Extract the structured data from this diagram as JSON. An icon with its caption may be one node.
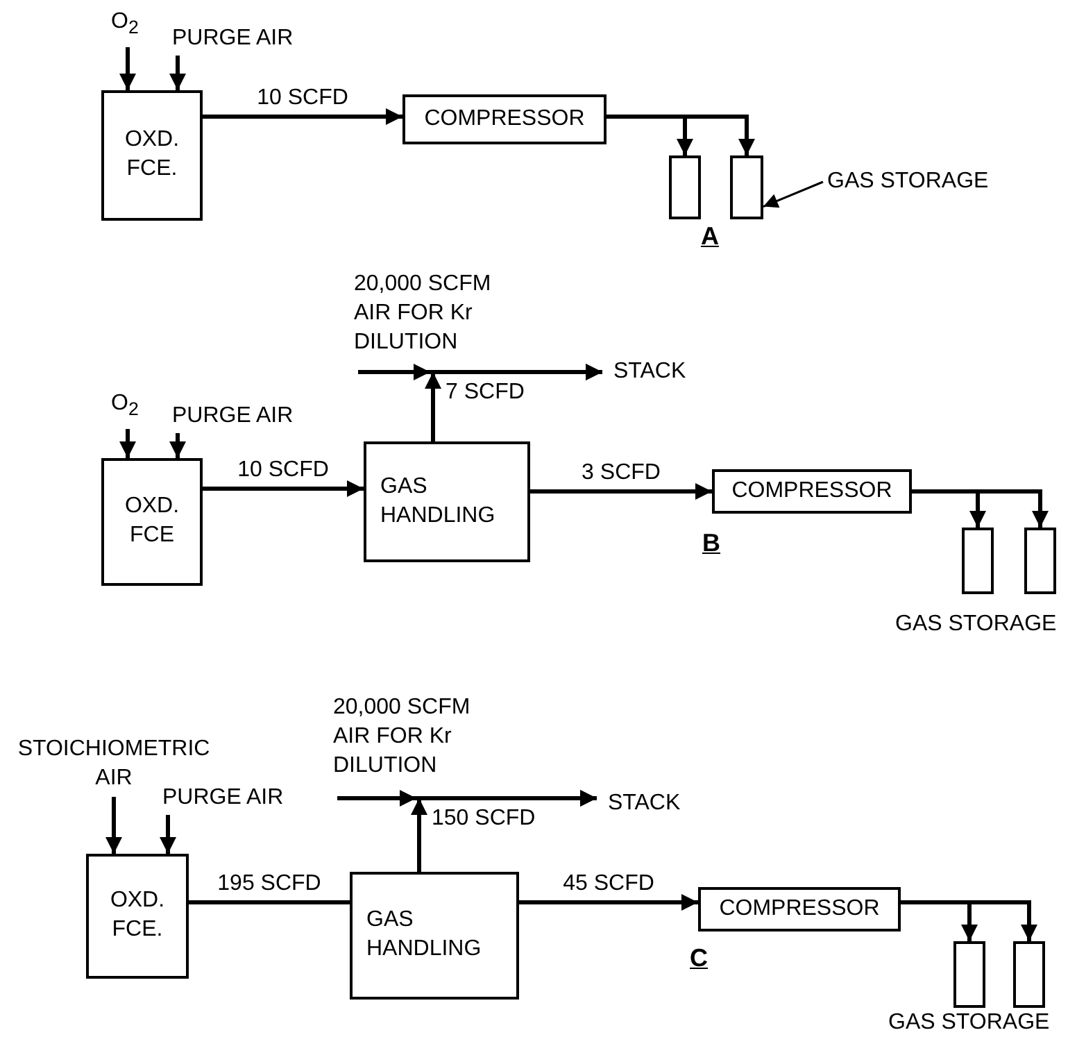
{
  "diagram": {
    "nodes": [
      {
        "text": [
          "O$_{2}$"
        ]
      },
      {
        "text": [
          "PURGE AIR"
        ]
      },
      {
        "text": [
          "OXD. FCE."
        ]
      },
      {
        "text": [
          "COMPRESSOR"
        ]
      },
      {
        "text": [],
        "shape": "box"
      },
      {
        "text": [],
        "shape": "box"
      },
      {
        "text": [
          "GAS STORAGE"
        ]
      },
      {
        "text": [
          "O$_{2}$"
        ]
      },
      {
        "text": [
          "PURGE AIR"
        ]
      },
      {
        "text": [
          "OXD. FCE"
        ]
      },
      {
        "text": [
          "20,000 SCFM AIR FOR Kr DILUTION"
        ]
      },
      {
        "text": [
          "STACK"
        ]
      },
      {
        "text": [
          "GAS HANDLING"
        ]
      },
      {
        "text": [
          "COMPRESSOR"
        ]
      },
      {
        "text": [],
        "shape": "box"
      },
      {
        "text": [],
        "shape": "box"
      },
      {
        "text": [
          "GAS STORAGE"
        ]
      },
      {
        "text": [
          "STOICHIOMETRIC AIR"
        ]
      },
      {
        "text": [
          "PURGE AIR"
        ]
      },
      {
        "text": [
          "OXD. FCE."
        ]
      },
      {
        "text": [
          "20,000 SCFM AIR FOR Kr DILUTION"
        ]
      },
      {
        "text": [
          "STACK"
        ]
      },
      {
        "text": [
          "GAS HANDLING"
        ]
      },
      {
        "text": [
          "COMPRESSOR"
        ]
      },
      {
        "text": [],
        "shape": "box"
      },
      {
        "text": [],
        "shape": "box"
      },
      {
        "text": [
          "GAS STORAGE"
        ]
      }
    ],
    "edges": [
      {
        "from": 0,
        "to": 2,
        "arrow": "to"
      },
      {
        "from": 1,
        "to": 2,
        "arrow": "to"
      },
      {
        "from": 2,
        "to": 3,
        "arrow": "to",
        "label": "10 SCFD"
      },
      {
        "from": 3,
        "to": 4,
        "arrow": "to"
      },
      {
        "from": 3,
        "to": 5,
        "arrow": "to"
      },
      {
        "from": 6,
        "to": 5,
        "arrow": "to"
      },
      {
        "from": 7,
        "to": 9,
        "arrow": "to"
      },
      {
        "from": 8,
        "to": 9,
        "arrow": "to"
      },
      {
        "from": 9,
        "to": 12,
        "arrow": "to",
        "label": "10 SCFD"
      },
      {
        "from": 10,
        "to": 11,
        "arrow": "to"
      },
      {
        "from": 12,
        "to": 11,
        "arrow": "to",
        "label": "7 SCFD"
      },
      {
        "from": 12,
        "to": 13,
        "arrow": "to",
        "label": "3 SCFD"
      },
      {
        "from": 13,
        "to": 14,
        "arrow": "to"
      },
      {
        "from": 13,
        "to": 15,
        "arrow": "to"
      },
      {
        "from": 17,
        "to": 19,
        "arrow": "to"
      },
      {
        "from": 18,
        "to": 19,
        "arrow": "to"
      },
      {
        "from": 19,
        "to": 22,
        "arrow": "none",
        "label": "195 SCFD"
      },
      {
        "from": 20,
        "to": 21,
        "arrow": "to"
      },
      {
        "from": 22,
        "to": 21,
        "arrow": "to",
        "label": "150 SCFD"
      },
      {
        "from": 22,
        "to": 23,
        "arrow": "to",
        "label": "45 SCFD"
      },
      {
        "from": 23,
        "to": 24,
        "arrow": "to"
      },
      {
        "from": 23,
        "to": 25,
        "arrow": "to"
      }
    ],
    "labels": [
      "A",
      "B",
      "C"
    ]
  }
}
